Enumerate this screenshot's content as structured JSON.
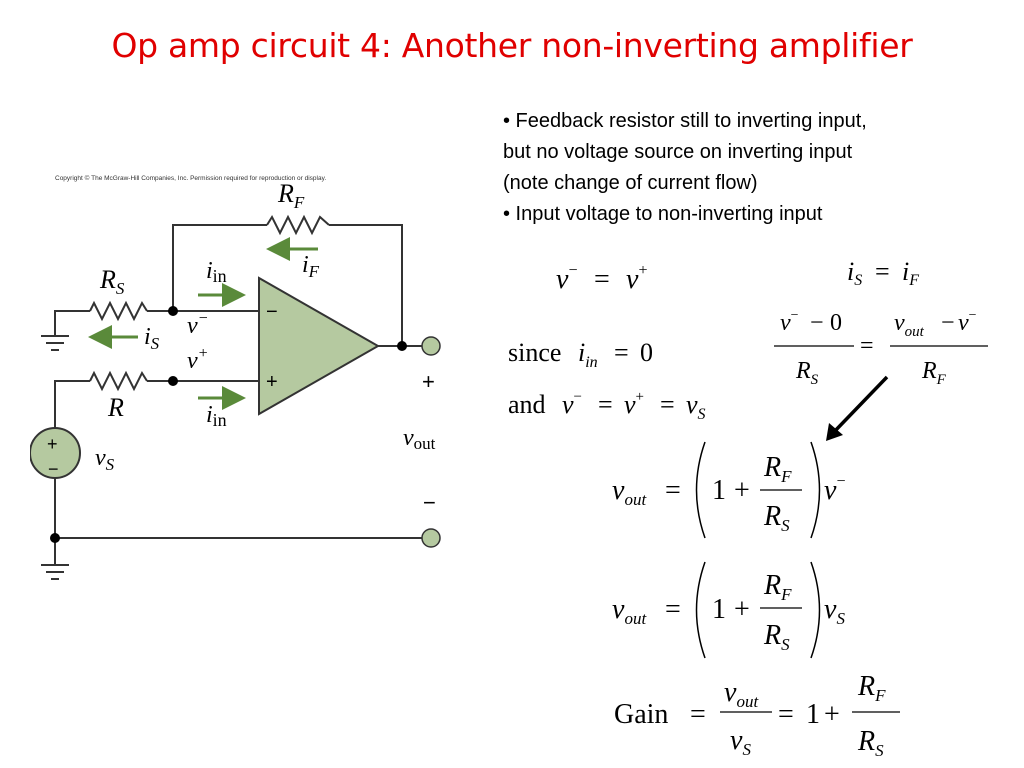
{
  "title": "Op amp circuit 4: Another non-inverting amplifier",
  "bullets": [
    "• Feedback resistor still to inverting input,",
    "but no voltage source on inverting input",
    "(note change of current flow)",
    "• Input voltage to non-inverting input"
  ],
  "circuit": {
    "copyright": "Copyright © The McGraw-Hill Companies, Inc. Permission required for reproduction or display.",
    "rf_label": "R",
    "rf_sub": "F",
    "rs_label": "R",
    "rs_sub": "S",
    "r_label": "R",
    "iin_label": "i",
    "iin_sub": "in",
    "if_label": "i",
    "if_sub": "F",
    "is_label": "i",
    "is_sub": "S",
    "vminus_label": "v",
    "vplus_label": "v",
    "minus_sup": "−",
    "plus_sup": "+",
    "vs_label": "v",
    "vs_sub": "S",
    "vout_label": "v",
    "vout_sub": "out",
    "opamp_minus": "−",
    "opamp_plus": "+",
    "out_plus": "+",
    "out_minus": "−",
    "src_plus": "+",
    "src_minus": "−"
  },
  "equations": {
    "since": "since",
    "and": "and",
    "gain": "Gain",
    "out_sub": "out",
    "in_sub": "in",
    "zero": "0",
    "one": "1"
  },
  "colors": {
    "title": "#e00000",
    "wire": "#333333",
    "opamp_fill": "#b5c9a0",
    "arrow": "#5a8a3a",
    "node": "#000000"
  }
}
